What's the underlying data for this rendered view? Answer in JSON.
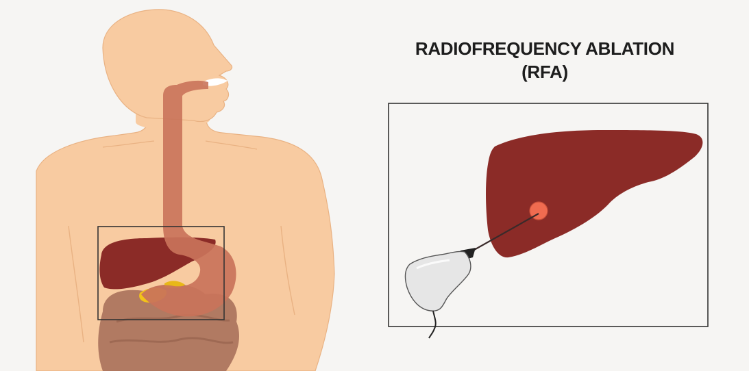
{
  "title": {
    "line1": "RADIOFREQUENCY ABLATION",
    "line2": "(RFA)"
  },
  "colors": {
    "background": "#f6f5f3",
    "skin": "#f8cba1",
    "skin_outline": "#e9b283",
    "esophagus": "#c9735a",
    "liver": "#8b2b27",
    "liver_dark": "#7a2320",
    "intestine": "#a56c58",
    "gallbladder": "#f2c21a",
    "tumor": "#f06b50",
    "probe": "#e6e6e6",
    "frame": "#333333"
  },
  "icons": {
    "body": "human-torso-silhouette",
    "organ": "liver-icon",
    "lesion": "tumor-icon",
    "device": "ultrasound-probe-icon",
    "tool": "ablation-needle-icon"
  }
}
